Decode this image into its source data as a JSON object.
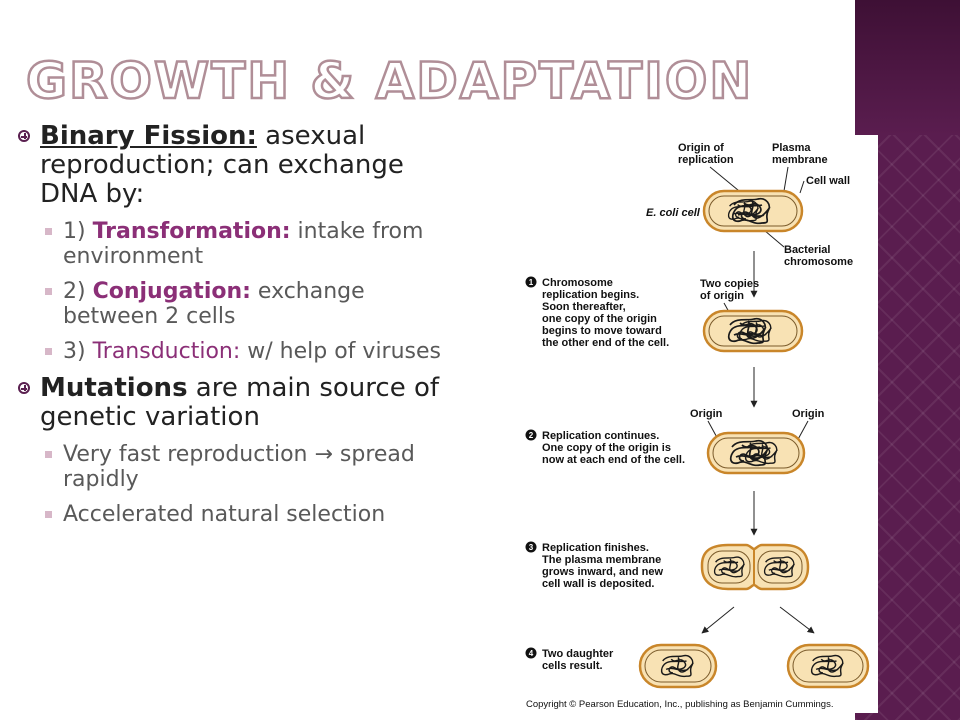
{
  "slide": {
    "title": "Growth & Adaptation",
    "bullets": [
      {
        "term": "Binary Fission:",
        "text": " asexual reproduction; can exchange DNA by:",
        "sub": [
          {
            "prefix": "1) ",
            "term": "Transformation:",
            "text": " intake from environment"
          },
          {
            "prefix": "2) ",
            "term": "Conjugation:",
            "text": " exchange between 2 cells"
          },
          {
            "prefix": "3) ",
            "term": "Transduction:",
            "text": " w/ help of viruses"
          }
        ]
      },
      {
        "term": "Mutations",
        "text": " are main source of genetic variation",
        "sub": [
          {
            "text": "Very fast reproduction → spread rapidly"
          },
          {
            "text": "Accelerated natural selection"
          }
        ]
      }
    ]
  },
  "figure": {
    "labels": {
      "origin_of_replication": [
        "Origin of",
        "replication"
      ],
      "plasma_membrane": [
        "Plasma",
        "membrane"
      ],
      "cell_wall": "Cell wall",
      "ecoli": "E. coli cell",
      "bacterial_chromosome": [
        "Bacterial",
        "chromosome"
      ],
      "two_copies": [
        "Two copies",
        "of origin"
      ],
      "origin_left": "Origin",
      "origin_right": "Origin"
    },
    "steps": [
      {
        "num": "1",
        "lines": [
          "Chromosome",
          "replication begins.",
          "Soon thereafter,",
          "one copy of the origin",
          "begins to move toward",
          "the other end of the cell."
        ]
      },
      {
        "num": "2",
        "lines": [
          "Replication continues.",
          "One copy of the origin is",
          "now at each end of the cell."
        ]
      },
      {
        "num": "3",
        "lines": [
          "Replication finishes.",
          "The plasma membrane",
          "grows inward, and new",
          "cell wall is deposited."
        ]
      },
      {
        "num": "4",
        "lines": [
          "Two daughter",
          "cells result."
        ]
      }
    ],
    "copyright": "Copyright © Pearson Education, Inc., publishing as Benjamin Cummings."
  },
  "colors": {
    "accent": "#8b2f77",
    "band": "#5a1d4f",
    "cell_fill": "#f8e2b4",
    "cell_stroke": "#c9862a"
  }
}
